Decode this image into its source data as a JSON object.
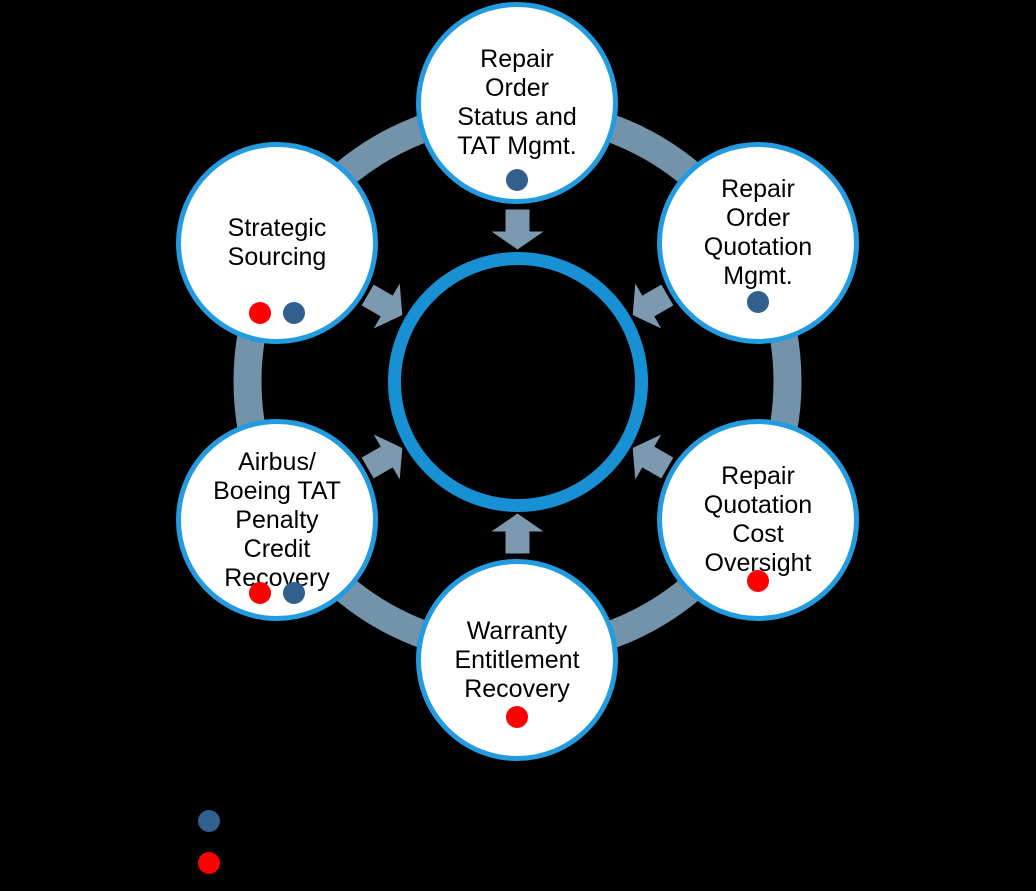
{
  "diagram": {
    "colors": {
      "background": "#000000",
      "node_fill": "#ffffff",
      "node_border": "#229be0",
      "hub_ring": "#1890d4",
      "band": "#7293a9",
      "arrow": "#7d99af",
      "dot_blue": "#32608e",
      "dot_red": "#fe0000",
      "label_text": "#000000"
    },
    "nodes": [
      {
        "name": "repair-order-status",
        "label": "Repair\nOrder\nStatus and\nTAT Mgmt.",
        "dots": [
          "blue"
        ]
      },
      {
        "name": "repair-order-quotation",
        "label": "Repair\nOrder\nQuotation\nMgmt.",
        "dots": [
          "blue"
        ]
      },
      {
        "name": "strategic-sourcing",
        "label": "Strategic\nSourcing",
        "dots": [
          "red",
          "blue"
        ]
      },
      {
        "name": "airbus-boeing-tat-penalty",
        "label": "Airbus/\nBoeing TAT\nPenalty\nCredit\nRecovery",
        "dots": [
          "red",
          "blue"
        ]
      },
      {
        "name": "repair-quotation-cost",
        "label": "Repair\nQuotation\nCost\nOversight",
        "dots": [
          "red"
        ]
      },
      {
        "name": "warranty-entitlement",
        "label": "Warranty\nEntitlement\nRecovery",
        "dots": [
          "red"
        ]
      }
    ],
    "legend": {
      "dots": [
        "blue",
        "red"
      ]
    }
  }
}
